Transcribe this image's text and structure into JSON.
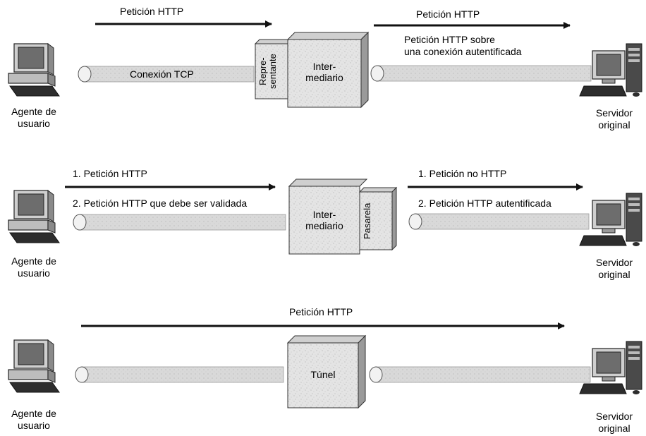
{
  "rows": [
    {
      "client_label": "Agente de\nusuario",
      "server_label": "Servidor\noriginal",
      "left_arrow_labels": [
        "Petición HTTP"
      ],
      "right_arrow_labels": [
        "Petición HTTP"
      ],
      "right_note": "Petición HTTP sobre\nuna conexión autentificada",
      "pipe_label": "Conexión TCP",
      "side_box_label": "Repre-\nsentante",
      "main_box_label": "Inter-\nmediario"
    },
    {
      "client_label": "Agente de\nusuario",
      "server_label": "Servidor\noriginal",
      "left_arrow_labels": [
        "1. Petición HTTP",
        "2. Petición HTTP que debe ser validada"
      ],
      "right_arrow_labels": [
        "1. Petición no HTTP",
        "2. Petición HTTP autentificada"
      ],
      "side_box_label": "Pasarela",
      "main_box_label": "Inter-\nmediario"
    },
    {
      "client_label": "Agente de\nusuario",
      "server_label": "Servidor\noriginal",
      "arrow_label": "Petición HTTP",
      "main_box_label": "Túnel"
    }
  ]
}
